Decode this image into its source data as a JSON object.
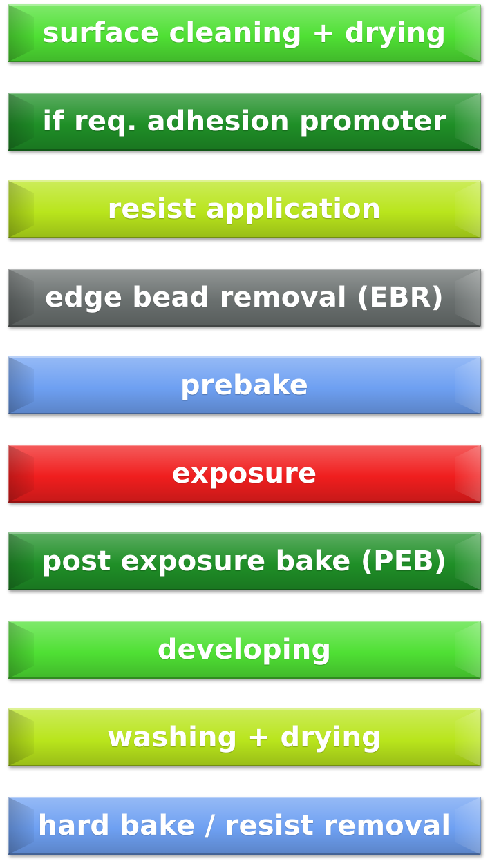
{
  "steps": [
    {
      "label": "surface cleaning + drying",
      "color": "#4fe034"
    },
    {
      "label": "if req. adhesion promoter",
      "color": "#1f8f27"
    },
    {
      "label": "resist application",
      "color": "#b9e51c"
    },
    {
      "label": "edge bead removal (EBR)",
      "color": "#6a706f"
    },
    {
      "label": "prebake",
      "color": "#6ea0f2"
    },
    {
      "label": "exposure",
      "color": "#f01e1e"
    },
    {
      "label": "post exposure bake (PEB)",
      "color": "#1f8f27"
    },
    {
      "label": "developing",
      "color": "#4fe034"
    },
    {
      "label": "washing + drying",
      "color": "#b9e51c"
    },
    {
      "label": "hard bake / resist removal",
      "color": "#6ea0f2"
    }
  ]
}
